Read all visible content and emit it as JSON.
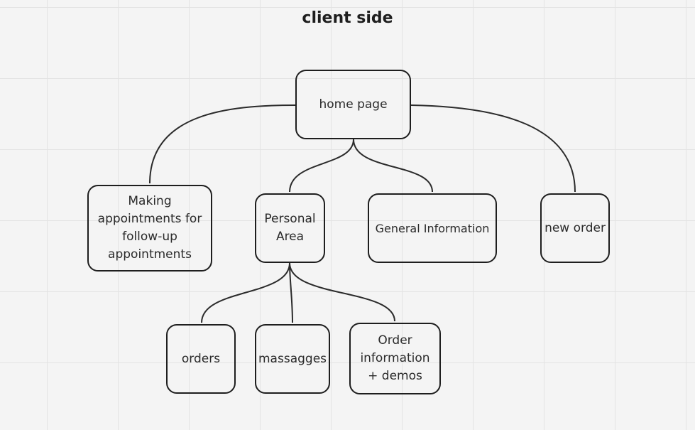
{
  "title": "client side",
  "nodes": {
    "home": {
      "label": "home page"
    },
    "followup": {
      "label": "Making appointments for follow-up appointments"
    },
    "personal": {
      "label": "Personal Area"
    },
    "general": {
      "label": "General Information"
    },
    "neworder": {
      "label": "new order"
    },
    "orders": {
      "label": "orders"
    },
    "massages": {
      "label": "massagges"
    },
    "orderinfo": {
      "label": "Order information + demos"
    }
  },
  "colors": {
    "background": "#f4f4f4",
    "grid": "#e3e3e3",
    "stroke": "#1e1e1e",
    "text": "#2a2a2a"
  }
}
